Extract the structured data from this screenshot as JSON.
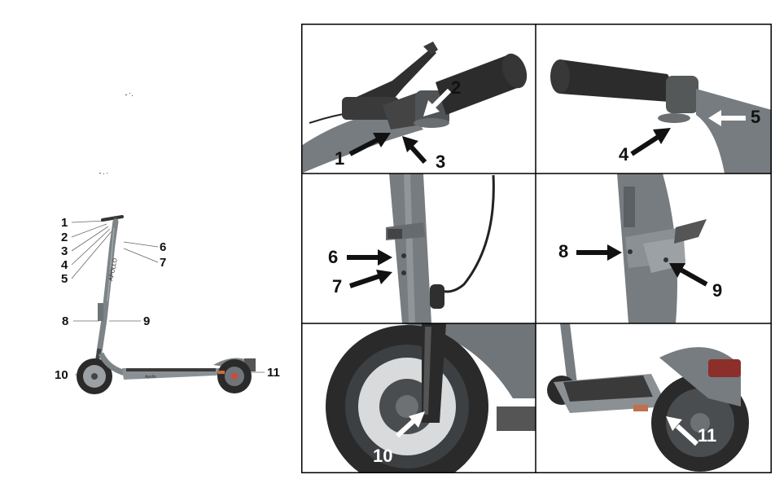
{
  "overview": {
    "labels": [
      "1",
      "2",
      "3",
      "4",
      "5",
      "6",
      "7",
      "8",
      "9",
      "10",
      "11"
    ],
    "brand_text": "APOLLO"
  },
  "panels": {
    "brake_lever": {
      "callouts": [
        "1",
        "2",
        "3"
      ]
    },
    "right_grip": {
      "callouts": [
        "4",
        "5"
      ]
    },
    "stem_upper": {
      "callouts": [
        "6",
        "7"
      ]
    },
    "folding_latch": {
      "callouts": [
        "8",
        "9"
      ]
    },
    "front_wheel": {
      "callouts": [
        "10"
      ]
    },
    "rear_wheel": {
      "callouts": [
        "11"
      ]
    }
  },
  "colors": {
    "frame": "#7d8488",
    "tire": "#2a2a2a",
    "grip": "#303030",
    "border": "#000000"
  }
}
